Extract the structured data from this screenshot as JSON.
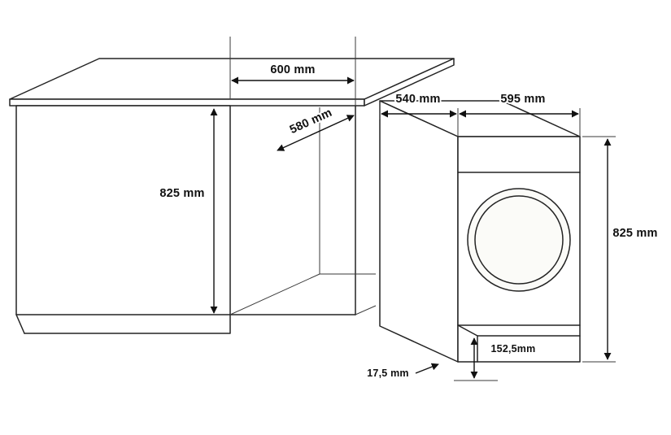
{
  "diagram": {
    "background_color": "#ffffff",
    "line_color": "#232323",
    "cabinet": {
      "niche_width_label": "600 mm",
      "niche_depth_label": "580 mm",
      "niche_height_label": "825 mm"
    },
    "washer": {
      "depth_label": "540 mm",
      "width_label": "595 mm",
      "height_label": "825 mm",
      "plinth_height_label": "152,5mm",
      "feet_gap_label": "17,5 mm"
    }
  }
}
